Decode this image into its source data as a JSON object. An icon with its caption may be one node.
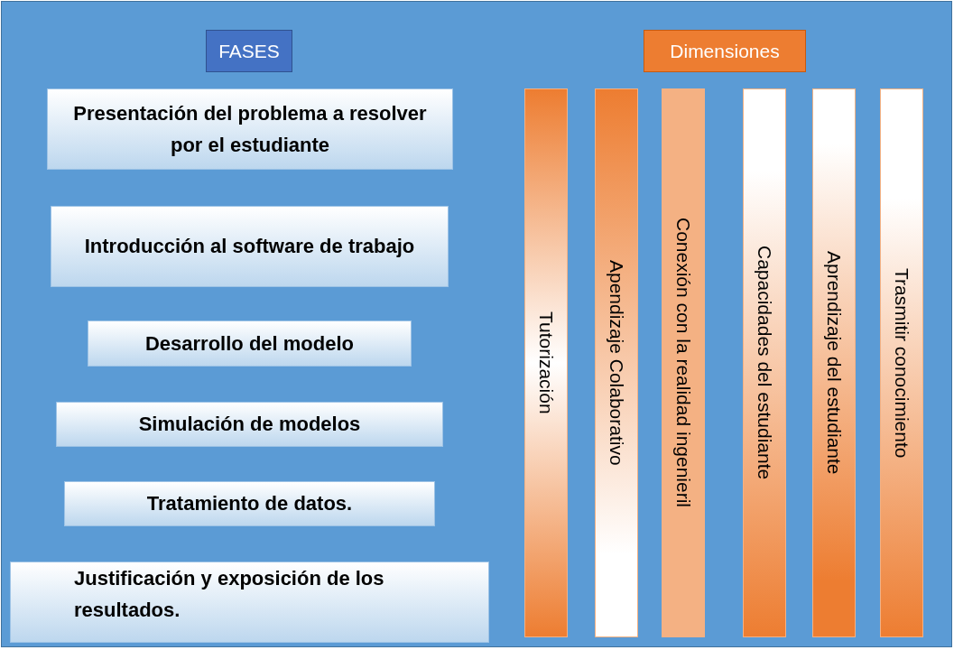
{
  "diagram": {
    "nodes": [
      {
        "text": [
          "FASES"
        ]
      },
      {
        "text": [
          "Dimensiones"
        ]
      },
      {
        "text": [
          "Presentación del problema a resolver por el estudiante"
        ]
      },
      {
        "text": [
          "Introducción al software de trabajo"
        ]
      },
      {
        "text": [
          "Desarrollo del modelo"
        ]
      },
      {
        "text": [
          "Simulación de modelos"
        ]
      },
      {
        "text": [
          "Tratamiento de datos."
        ]
      },
      {
        "text": [
          "Justificación y exposición de los resultados."
        ]
      },
      {
        "text": [
          "Tutorización"
        ]
      },
      {
        "text": [
          "Apendizaje Colaborativo"
        ]
      },
      {
        "text": [
          "Conexión con la realidad ingenieril"
        ]
      },
      {
        "text": [
          "Capacidades del estudiante"
        ]
      },
      {
        "text": [
          "Aprendizaje del estudiante"
        ]
      },
      {
        "text": [
          "Trasmitir conocimiento"
        ]
      }
    ]
  }
}
